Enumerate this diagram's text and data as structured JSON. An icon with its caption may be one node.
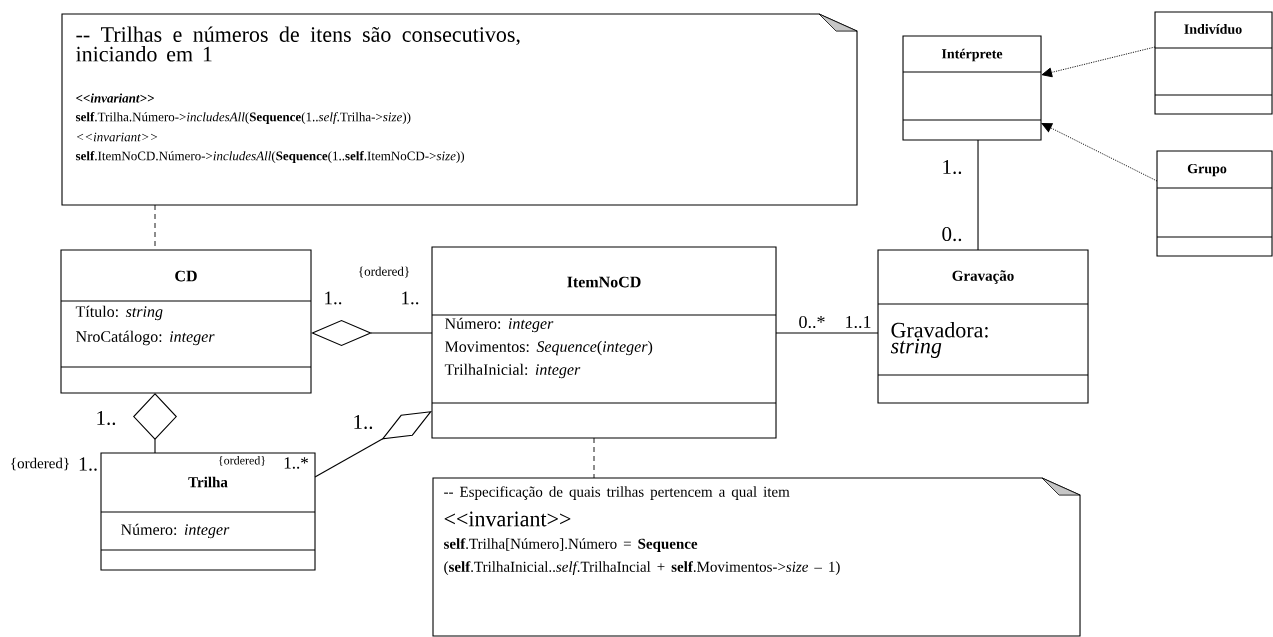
{
  "diagram": {
    "nodes": [
      {
        "text": [
          "-- Trilhas e números de itens são consecutivos, iniciando em 1",
          "<<invariant>>",
          "**self**.Trilha.Número->*includesAll*(**Sequence**(1..*self*.Trilha->*size*))",
          "<<invariant>>",
          "**self**.ItemNoCD.Número->*includesAll*(**Sequence**(1..**self**.ItemNoCD->*size*))"
        ]
      },
      {
        "text": [
          "CD",
          "Título: *string*",
          "NroCatálogo: *integer*"
        ]
      },
      {
        "text": [
          "ItemNoCD",
          "Número: *integer*",
          "Movimentos: *Sequence*(*integer*)",
          "TrilhaInicial: *integer*"
        ]
      },
      {
        "text": [
          "Gravação",
          "Gravadora: *string*"
        ]
      },
      {
        "text": [
          "Intérprete"
        ]
      },
      {
        "text": [
          "Indivíduo"
        ]
      },
      {
        "text": [
          "Grupo"
        ]
      },
      {
        "text": [
          "Trilha",
          "Número: *integer*"
        ]
      },
      {
        "text": [
          "-- Especificação de quais trilhas pertencem a qual item",
          "<<invariant>>",
          "**self**.Trilha[Número].Número = **Sequence**",
          "(**self**.TrilhaInicial..*self*.TrilhaIncial + **self**.Movimentos->*size* – 1)"
        ]
      }
    ],
    "edges": [
      {
        "from": 0,
        "to": 1,
        "arrow": "none",
        "style": "dashed"
      },
      {
        "from": 1,
        "to": 2,
        "arrow": "other"
      },
      {
        "from": 1,
        "to": 7,
        "arrow": "other"
      },
      {
        "from": 2,
        "to": 7,
        "arrow": "other"
      },
      {
        "from": 2,
        "to": 3,
        "arrow": "none"
      },
      {
        "from": 4,
        "to": 3,
        "arrow": "none"
      },
      {
        "from": 5,
        "to": 4,
        "arrow": "to",
        "style": "dashed"
      },
      {
        "from": 6,
        "to": 4,
        "arrow": "to",
        "style": "dashed"
      },
      {
        "from": 2,
        "to": 8,
        "arrow": "none",
        "style": "dashed"
      }
    ],
    "labels": [
      "{ordered}",
      "1..",
      "1..",
      "1..",
      "{ordered}",
      "1..",
      "{ordered}",
      "1..*",
      "1..",
      "0..*",
      "1..1",
      "1..",
      "0.."
    ]
  }
}
